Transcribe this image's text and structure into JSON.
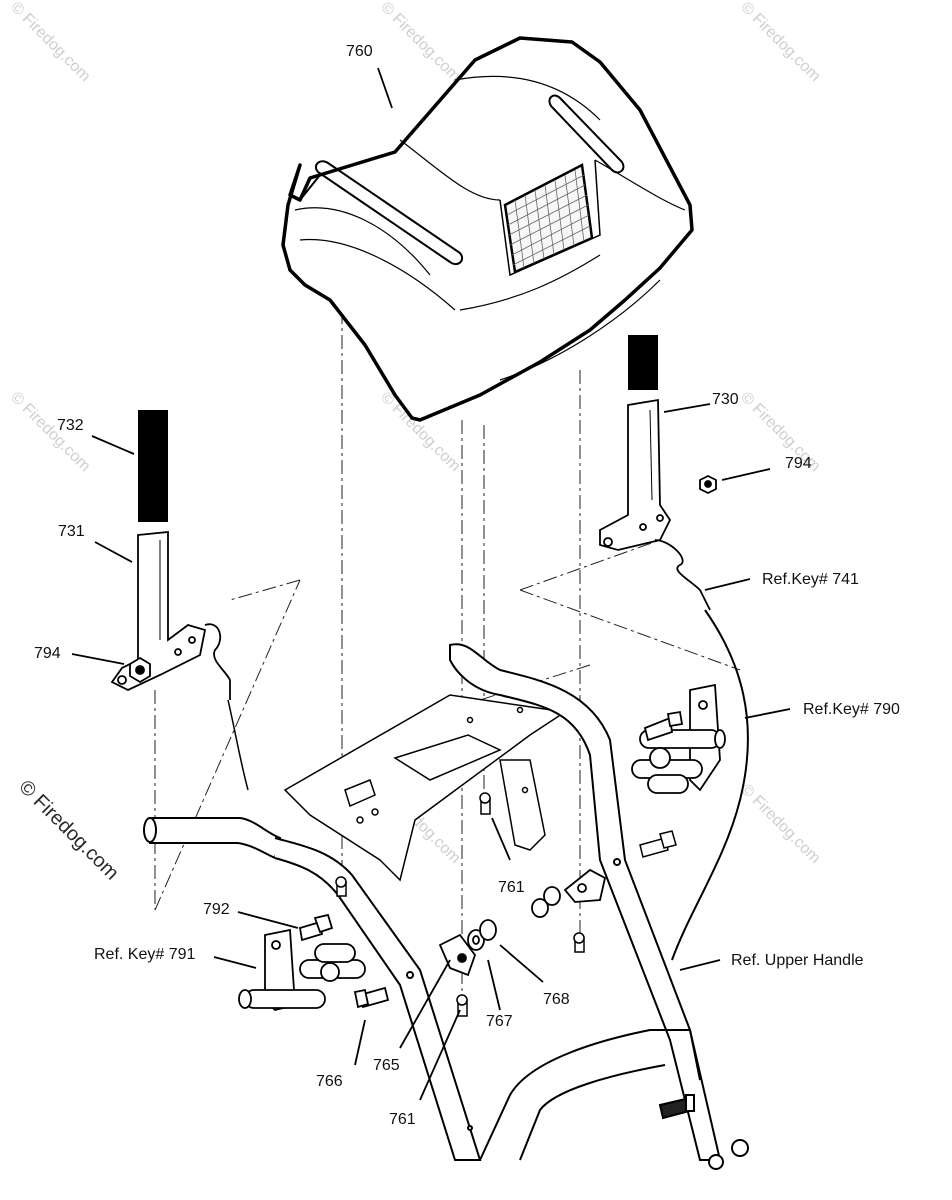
{
  "watermark": {
    "text": "© Firedog.com",
    "color": "#d0d0d0"
  },
  "callouts": {
    "l760": "760",
    "l730": "730",
    "l732": "732",
    "l731": "731",
    "l794_right": "794",
    "l794_left": "794",
    "ref741": "Ref.Key# 741",
    "ref790": "Ref.Key# 790",
    "l792": "792",
    "ref791": "Ref. Key# 791",
    "l761_mid": "761",
    "l761_low": "761",
    "l766": "766",
    "l765": "765",
    "l767": "767",
    "l768": "768",
    "ref_upper_handle": "Ref. Upper Handle"
  }
}
